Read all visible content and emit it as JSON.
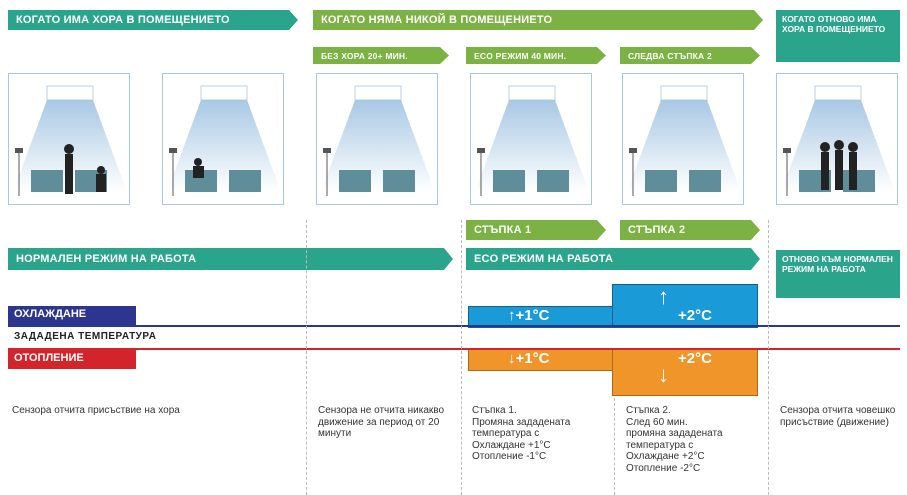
{
  "header": {
    "occupied": "КОГАТО ИМА ХОРА В ПОМЕЩЕНИЕТО",
    "empty": "КОГАТО НЯМА НИКОЙ В ПОМЕЩЕНИЕТО",
    "returned": "КОГАТО ОТНОВО ИМА ХОРА В ПОМЕЩЕНИЕТО",
    "sub_no_people": "БЕЗ ХОРА 20+ МИН.",
    "sub_eco": "ECO РЕЖИМ 40 МИН.",
    "sub_next": "СЛЕДВА СТЪПКА 2"
  },
  "steps": {
    "step1": "СТЪПКА 1",
    "step2": "СТЪПКА 2"
  },
  "modes": {
    "normal": "НОРМАЛЕН РЕЖИМ НА РАБОТА",
    "eco": "ECO РЕЖИМ НА РАБОТА",
    "back_normal": "ОТНОВО КЪМ НОРМАЛЕН РЕЖИМ НА РАБОТА"
  },
  "legend": {
    "cooling": "ОХЛАЖДАНЕ",
    "setpoint": "ЗАДАДЕНА ТЕМПЕРАТУРА",
    "heating": "ОТОПЛЕНИЕ"
  },
  "deltas": {
    "cool1": "+1°C",
    "cool2": "+2°C",
    "heat1": "+1°C",
    "heat2": "+2°C"
  },
  "notes": [
    "Сензора отчита присъствие на хора",
    "Сензора не отчита никакво движение за период от 20 минути",
    "Стъпка 1.\nПромяна зададената температура с\nОхлаждане +1°C\nОтопление -1°C",
    "Стъпка 2.\nСлед 60 мин.\nпромяна зададената температура с\nОхлаждане +2°C\nОтопление -2°C",
    "Сензора отчита човешко присъствие (движение)"
  ],
  "colors": {
    "green": "#7cb143",
    "teal": "#2aa58b",
    "cooling": "#1a9ad6",
    "heating": "#f0952a",
    "cooling_label": "#2c3690",
    "heating_label": "#d3242b",
    "room_air": "#a8c8e4"
  }
}
